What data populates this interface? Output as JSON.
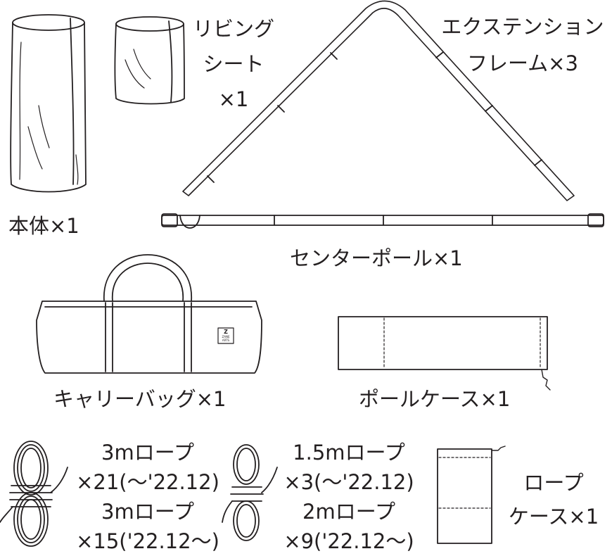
{
  "labels": {
    "body": "本体×1",
    "living_sheet": [
      "リビング",
      "シート",
      "×1"
    ],
    "extension_frame": [
      "エクステンション",
      "フレーム×3"
    ],
    "center_pole": "センターポール×1",
    "carry_bag": "キャリーバッグ×1",
    "pole_case": "ポールケース×1",
    "rope_3m": [
      "3mロープ",
      "×21(～'22.12)",
      "3mロープ",
      "×15('22.12～)"
    ],
    "rope_15m": [
      "1.5mロープ",
      "×3(～'22.12)",
      "2mロープ",
      "×9('22.12～)"
    ],
    "rope_case": [
      "ロープ",
      "ケース×1"
    ]
  },
  "bag_logo": [
    "Z",
    "ZANE",
    "ARTS"
  ],
  "colors": {
    "line": "#231f20",
    "background": "#ffffff"
  }
}
